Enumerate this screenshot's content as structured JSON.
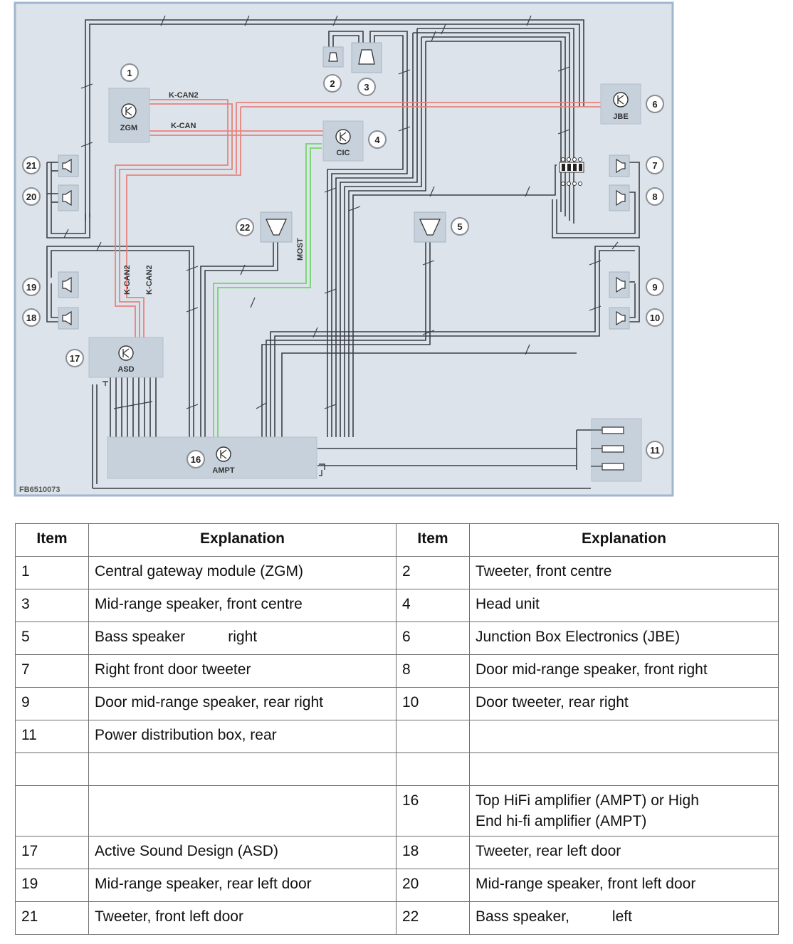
{
  "diagram": {
    "figure_code": "FB6510073",
    "modules": {
      "zgm": "ZGM",
      "cic": "CIC",
      "jbe": "JBE",
      "asd": "ASD",
      "ampt": "AMPT"
    },
    "bus_labels": {
      "kcan2_top": "K-CAN2",
      "kcan_top": "K-CAN",
      "kcan_vert_a": "K-CAN2",
      "kcan_vert_b": "K-CAN2",
      "most": "MOST"
    },
    "callouts": [
      "1",
      "2",
      "3",
      "4",
      "5",
      "6",
      "7",
      "8",
      "9",
      "10",
      "11",
      "16",
      "17",
      "18",
      "19",
      "20",
      "21",
      "22"
    ],
    "colors": {
      "frame": "#9fb6d0",
      "background": "#dde3ea",
      "component": "#c7d1dc",
      "wire": "#3a3f45",
      "kcan": "#e8827c",
      "most": "#7ed67a"
    }
  },
  "table": {
    "headers": [
      "Item",
      "Explanation",
      "Item",
      "Explanation"
    ],
    "rows": [
      {
        "item1": "1",
        "exp1": "Central gateway module (ZGM)",
        "item2": "2",
        "exp2": "Tweeter, front centre"
      },
      {
        "item1": "3",
        "exp1": "Mid-range speaker, front centre",
        "item2": "4",
        "exp2": "Head unit"
      },
      {
        "item1": "5",
        "exp1a": "Bass speaker",
        "exp1b": "right",
        "item2": "6",
        "exp2": "Junction Box Electronics (JBE)"
      },
      {
        "item1": "7",
        "exp1": "Right front door tweeter",
        "item2": "8",
        "exp2": "Door mid-range speaker, front right"
      },
      {
        "item1": "9",
        "exp1": "Door mid-range speaker, rear right",
        "item2": "10",
        "exp2": "Door tweeter, rear right"
      },
      {
        "item1": "11",
        "exp1": "Power distribution box, rear",
        "item2": "",
        "exp2": ""
      },
      {
        "item1": "",
        "exp1": "",
        "item2": "",
        "exp2": ""
      },
      {
        "item1": "",
        "exp1": "",
        "item2": "16",
        "exp2a": "Top HiFi amplifier (AMPT) or High",
        "exp2b": "End hi-fi amplifier (AMPT)"
      },
      {
        "item1": "17",
        "exp1": "Active Sound Design (ASD)",
        "item2": "18",
        "exp2": "Tweeter, rear left door"
      },
      {
        "item1": "19",
        "exp1": "Mid-range speaker, rear left door",
        "item2": "20",
        "exp2": "Mid-range speaker, front left door"
      },
      {
        "item1": "21",
        "exp1": "Tweeter, front left door",
        "item2": "22",
        "exp2a": "Bass speaker,",
        "exp2b": "left"
      }
    ]
  }
}
